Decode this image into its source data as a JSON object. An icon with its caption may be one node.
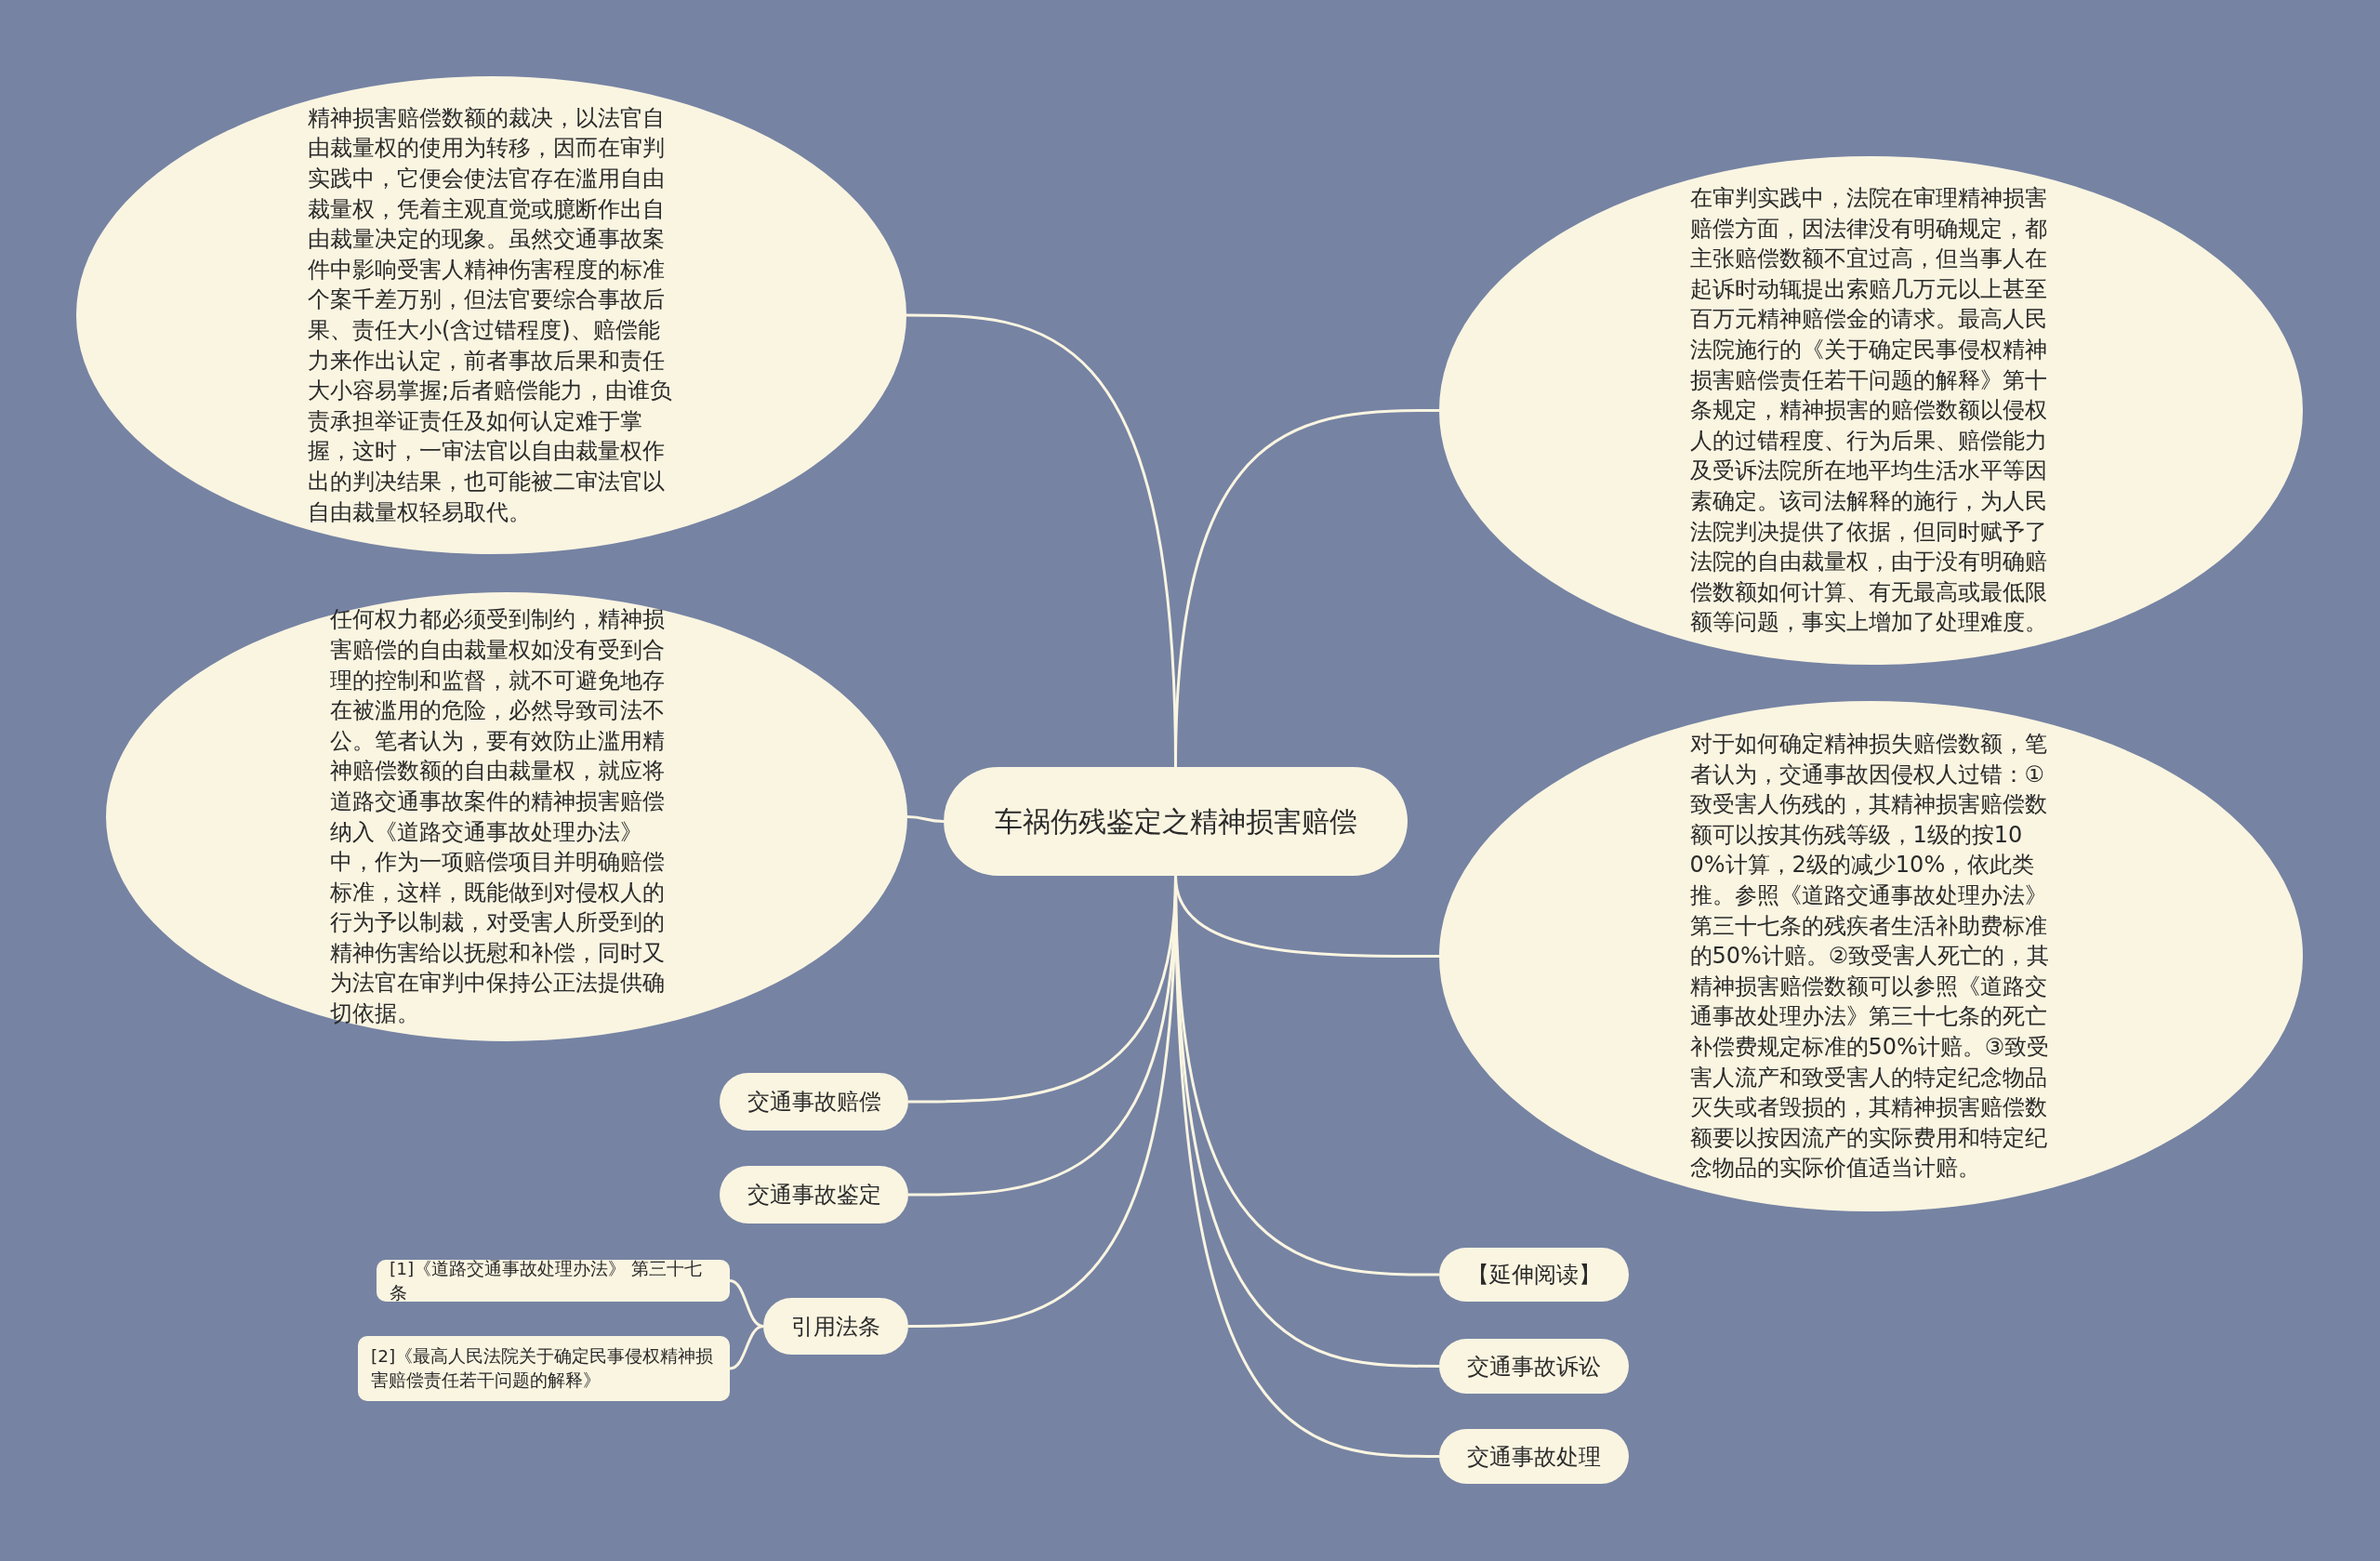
{
  "diagram": {
    "nodes": [
      {
        "text": [
          "车祸伤残鉴定之精神损害赔偿"
        ]
      },
      {
        "text": [
          "精神损害赔偿数额的裁决，以法官自由裁量权的使用为转移，因而在审判实践中，它便会使法官存在滥用自由裁量权，凭着主观直觉或臆断作出自由裁量决定的现象。虽然交通事故案件中影响受害人精神伤害程度的标准个案千差万别，但法官要综合事故后果、责任大小(含过错程度)、赔偿能力来作出认定，前者事故后果和责任大小容易掌握;后者赔偿能力，由谁负责承担举证责任及如何认定难于掌握，这时，一审法官以自由裁量权作出的判决结果，也可能被二审法官以自由裁量权轻易取代。"
        ]
      },
      {
        "text": [
          "任何权力都必须受到制约，精神损害赔偿的自由裁量权如没有受到合理的控制和监督，就不可避免地存在被滥用的危险，必然导致司法不公。笔者认为，要有效防止滥用精神赔偿数额的自由裁量权，就应将道路交通事故案件的精神损害赔偿纳入《道路交通事故处理办法》中，作为一项赔偿项目并明确赔偿标准，这样，既能做到对侵权人的行为予以制裁，对受害人所受到的精神伤害给以抚慰和补偿，同时又为法官在审判中保持公正法提供确切依据。"
        ]
      },
      {
        "text": [
          "交通事故赔偿"
        ]
      },
      {
        "text": [
          "交通事故鉴定"
        ]
      },
      {
        "text": [
          "引用法条"
        ]
      },
      {
        "text": [
          "[1]《道路交通事故处理办法》 第三十七条"
        ]
      },
      {
        "text": [
          "[2]《最高人民法院关于确定民事侵权精神损害赔偿责任若干问题的解释》"
        ]
      },
      {
        "text": [
          "在审判实践中，法院在审理精神损害赔偿方面，因法律没有明确规定，都主张赔偿数额不宜过高，但当事人在起诉时动辄提出索赔几万元以上甚至百万元精神赔偿金的请求。最高人民法院施行的《关于确定民事侵权精神损害赔偿责任若干问题的解释》第十条规定，精神损害的赔偿数额以侵权人的过错程度、行为后果、赔偿能力及受诉法院所在地平均生活水平等因素确定。该司法解释的施行，为人民法院判决提供了依据，但同时赋予了法院的自由裁量权，由于没有明确赔偿数额如何计算、有无最高或最低限额等问题，事实上增加了处理难度。"
        ]
      },
      {
        "text": [
          "对于如何确定精神损失赔偿数额，笔者认为，交通事故因侵权人过错：①致受害人伤残的，其精神损害赔偿数额可以按其伤残等级，1级的按100%计算，2级的减少10%，依此类推。参照《道路交通事故处理办法》第三十七条的残疾者生活补助费标准的50%计赔。②致受害人死亡的，其精神损害赔偿数额可以参照《道路交通事故处理办法》第三十七条的死亡补偿费规定标准的50%计赔。③致受害人流产和致受害人的特定纪念物品灭失或者毁损的，其精神损害赔偿数额要以按因流产的实际费用和特定纪念物品的实际价值适当计赔。"
        ]
      },
      {
        "text": [
          "【延伸阅读】"
        ]
      },
      {
        "text": [
          "交通事故诉讼"
        ]
      },
      {
        "text": [
          "交通事故处理"
        ]
      }
    ],
    "edges": [
      {
        "from": 0,
        "to": 1,
        "arrow": "none"
      },
      {
        "from": 0,
        "to": 2,
        "arrow": "none"
      },
      {
        "from": 0,
        "to": 3,
        "arrow": "none"
      },
      {
        "from": 0,
        "to": 4,
        "arrow": "none"
      },
      {
        "from": 0,
        "to": 5,
        "arrow": "none"
      },
      {
        "from": 5,
        "to": 6,
        "arrow": "none"
      },
      {
        "from": 5,
        "to": 7,
        "arrow": "none"
      },
      {
        "from": 0,
        "to": 8,
        "arrow": "none"
      },
      {
        "from": 0,
        "to": 9,
        "arrow": "none"
      },
      {
        "from": 0,
        "to": 10,
        "arrow": "none"
      },
      {
        "from": 0,
        "to": 11,
        "arrow": "none"
      },
      {
        "from": 0,
        "to": 12,
        "arrow": "none"
      }
    ]
  }
}
